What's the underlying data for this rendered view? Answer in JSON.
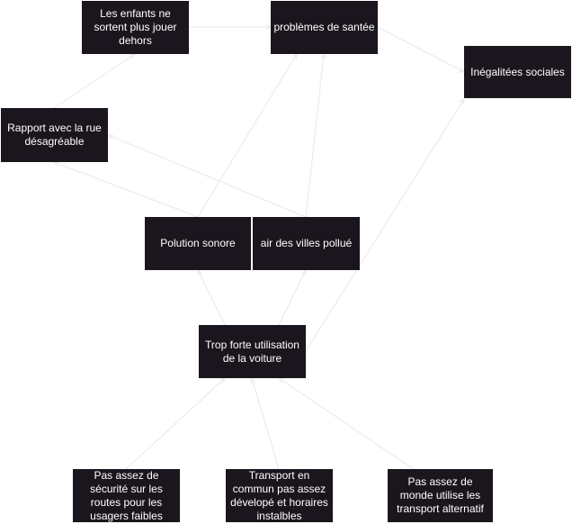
{
  "diagram": {
    "nodes": [
      {
        "id": "enfants",
        "label": "Les enfants ne sortent plus jouer dehors"
      },
      {
        "id": "sante",
        "label": "problèmes de santée"
      },
      {
        "id": "inegal",
        "label": "Inégalitées sociales"
      },
      {
        "id": "rue",
        "label": "Rapport avec la rue désagréable"
      },
      {
        "id": "sonore",
        "label": "Polution sonore"
      },
      {
        "id": "air",
        "label": "air des villes pollué"
      },
      {
        "id": "voiture",
        "label": "Trop forte utilisation de la voiture"
      },
      {
        "id": "securite",
        "label": "Pas assez de sécurité sur les routes pour les usagers faibles"
      },
      {
        "id": "transport",
        "label": "Transport en commun pas assez dévelopé et horaires instalbles"
      },
      {
        "id": "monde",
        "label": "Pas assez de monde utilise les transport alternatif"
      }
    ],
    "edges": [
      {
        "from": "enfants",
        "to": "sante"
      },
      {
        "from": "sante",
        "to": "inegal"
      },
      {
        "from": "rue",
        "to": "enfants"
      },
      {
        "from": "sonore",
        "to": "rue"
      },
      {
        "from": "sonore",
        "to": "sante"
      },
      {
        "from": "air",
        "to": "rue"
      },
      {
        "from": "air",
        "to": "sante"
      },
      {
        "from": "voiture",
        "to": "sonore"
      },
      {
        "from": "voiture",
        "to": "air"
      },
      {
        "from": "voiture",
        "to": "inegal"
      },
      {
        "from": "securite",
        "to": "voiture"
      },
      {
        "from": "transport",
        "to": "voiture"
      },
      {
        "from": "monde",
        "to": "voiture"
      }
    ],
    "colors": {
      "node_fill": "#1b161d",
      "node_text": "#ffffff",
      "edge": "#e8e8e8"
    }
  }
}
